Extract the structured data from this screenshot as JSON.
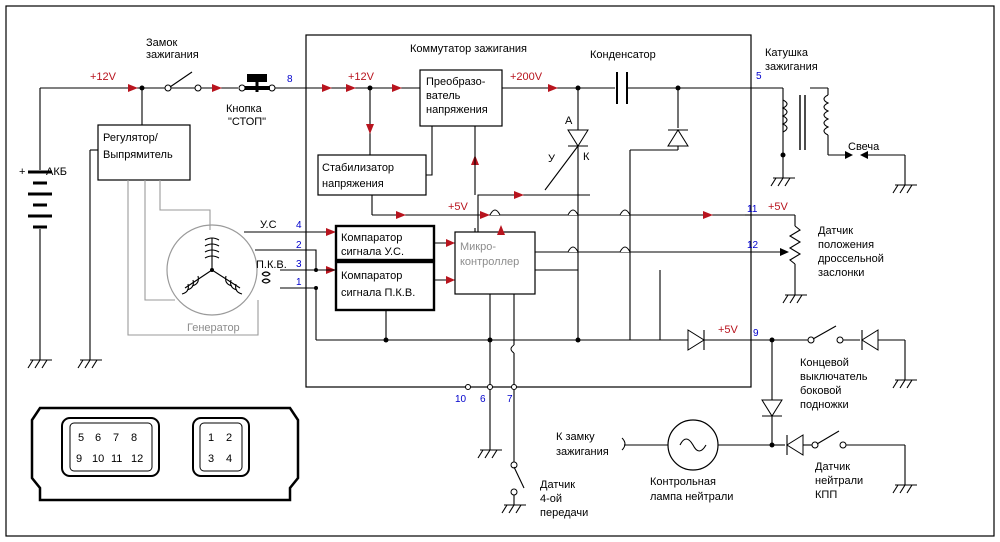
{
  "labels": {
    "battery": "АКБ",
    "battery_plus": "+",
    "ignition_lock_1": "Замок",
    "ignition_lock_2": "зажигания",
    "stop_button_1": "Кнопка",
    "stop_button_2": "\"СТОП\"",
    "regulator_1": "Регулятор/",
    "regulator_2": "Выпрямитель",
    "generator": "Генератор",
    "commutator": "Коммутатор зажигания",
    "converter_1": "Преобразо-",
    "converter_2": "ватель",
    "converter_3": "напряжения",
    "stabilizer_1": "Стабилизатор",
    "stabilizer_2": "напряжения",
    "comparator_us_1": "Компаратор",
    "comparator_us_2": "сигнала У.С.",
    "comparator_pkv_1": "Компаратор",
    "comparator_pkv_2": "сигнала П.К.В.",
    "micro_1": "Микро-",
    "micro_2": "контроллер",
    "capacitor": "Конденсатор",
    "thyristor_a": "А",
    "thyristor_u": "У",
    "thyristor_k": "К",
    "coil_1": "Катушка",
    "coil_2": "зажигания",
    "spark_plug": "Свеча",
    "tps_1": "Датчик",
    "tps_2": "положения",
    "tps_3": "дроссельной",
    "tps_4": "заслонки",
    "limit_switch_1": "Концевой",
    "limit_switch_2": "выключатель",
    "limit_switch_3": "боковой",
    "limit_switch_4": "подножки",
    "neutral_sensor_1": "Датчик",
    "neutral_sensor_2": "нейтрали",
    "neutral_sensor_3": "КПП",
    "neutral_lamp_1": "Контрольная",
    "neutral_lamp_2": "лампа нейтрали",
    "to_lock_1": "К замку",
    "to_lock_2": "зажигания",
    "gear4_1": "Датчик",
    "gear4_2": "4-ой",
    "gear4_3": "передачи",
    "us": "У.С",
    "pkv": "П.К.В."
  },
  "voltages": {
    "v12_main": "+12V",
    "v12_inner": "+12V",
    "v200": "+200V",
    "v5_mid": "+5V",
    "v5_pin11": "+5V",
    "v5_pin9": "+5V"
  },
  "pins": [
    "1",
    "2",
    "3",
    "4",
    "5",
    "6",
    "7",
    "8",
    "9",
    "10",
    "11",
    "12"
  ],
  "connector_left": [
    "5",
    "6",
    "7",
    "8",
    "9",
    "10",
    "11",
    "12"
  ],
  "connector_right": [
    "1",
    "2",
    "3",
    "4"
  ],
  "colors": {
    "arrow": "#b8141e",
    "pin_number": "#0000cc",
    "generator_wire": "#9a9a9a"
  }
}
